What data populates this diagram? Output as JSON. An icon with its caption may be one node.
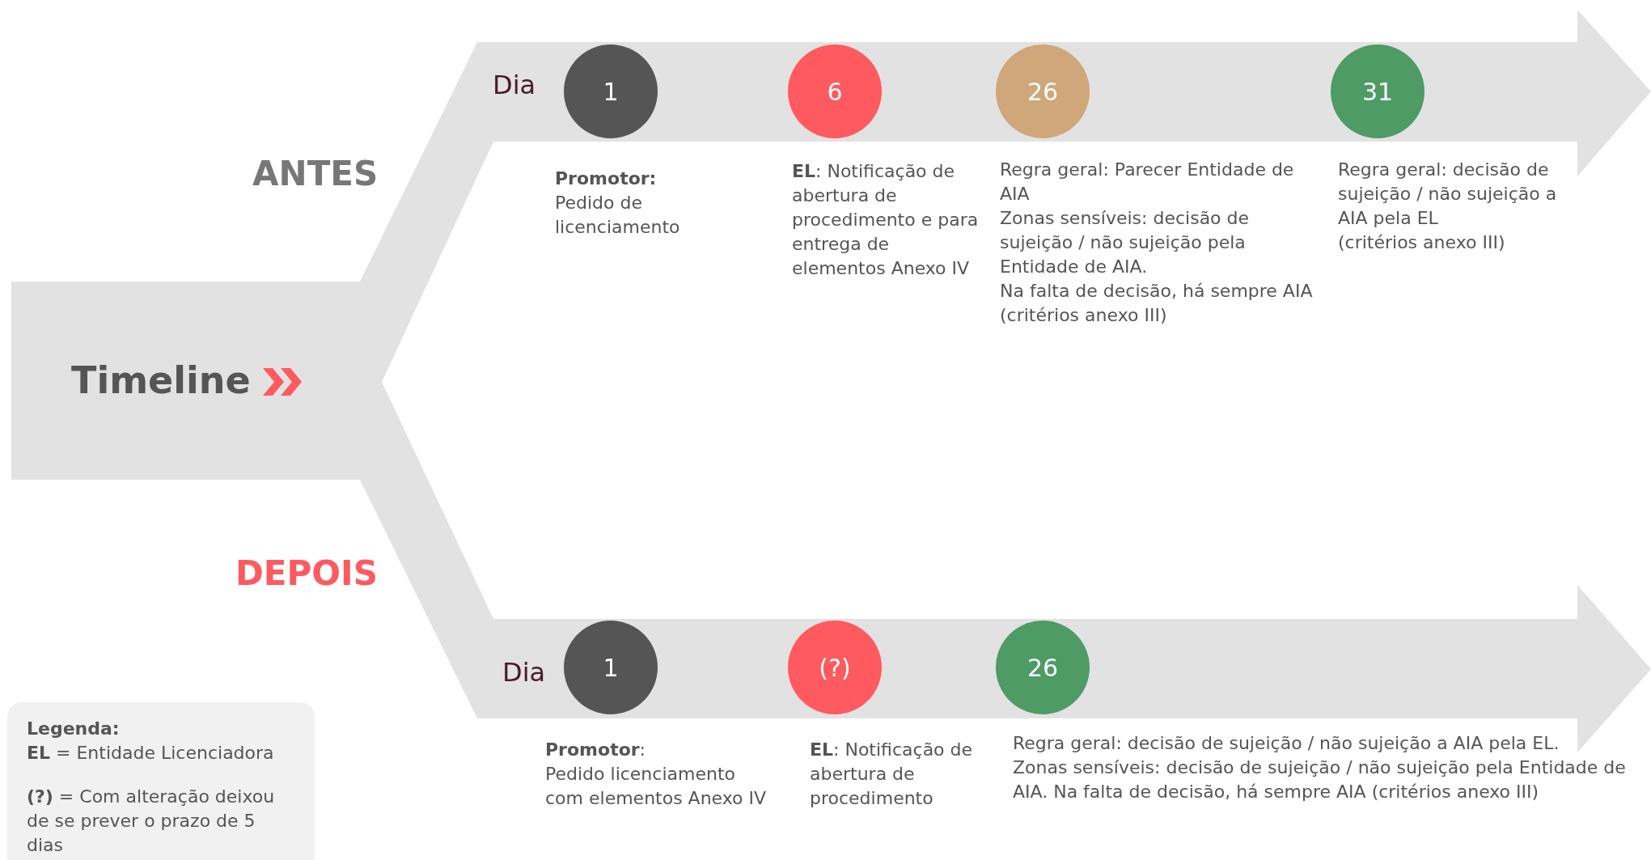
{
  "diagram": {
    "nodes": [
      {
        "text": [
          "Timeline"
        ]
      },
      {
        "text": [
          "1"
        ],
        "beside": [
          "**Promotor:** Pedido de licenciamento"
        ]
      },
      {
        "text": [
          "6"
        ],
        "beside": [
          "**EL**:  Notificação de abertura de procedimento e para entrega de elementos Anexo IV"
        ]
      },
      {
        "text": [
          "26"
        ],
        "beside": [
          "Regra geral: Parecer Entidade de AIA",
          "Zonas sensíveis: decisão de sujeição / não sujeição pela Entidade de AIA.",
          "Na falta de decisão, há sempre AIA (critérios anexo III)"
        ]
      },
      {
        "text": [
          "31"
        ],
        "beside": [
          "Regra geral: decisão de sujeição / não sujeição a AIA pela EL",
          "(critérios anexo III)"
        ]
      },
      {
        "text": [
          "1"
        ],
        "beside": [
          "**Promotor**:",
          "Pedido licenciamento",
          "com elementos Anexo IV"
        ]
      },
      {
        "text": [
          "(?)"
        ],
        "beside": [
          "**EL**:  Notificação de abertura de procedimento"
        ]
      },
      {
        "text": [
          "26"
        ],
        "beside": [
          "Regra geral: decisão de sujeição / não sujeição a AIA pela EL.",
          "Zonas sensíveis: decisão de sujeição / não sujeição pela Entidade de AIA. Na falta de decisão, há sempre AIA (critérios anexo III)"
        ]
      },
      {
        "text": [
          "Legenda:",
          "**EL** = Entidade Licenciadora",
          "**(?)** = Com alteração deixou de se prever o prazo de 5 dias"
        ]
      }
    ],
    "edges": [],
    "labels": [
      "ANTES",
      "Dia",
      "DEPOIS",
      "Dia"
    ]
  }
}
